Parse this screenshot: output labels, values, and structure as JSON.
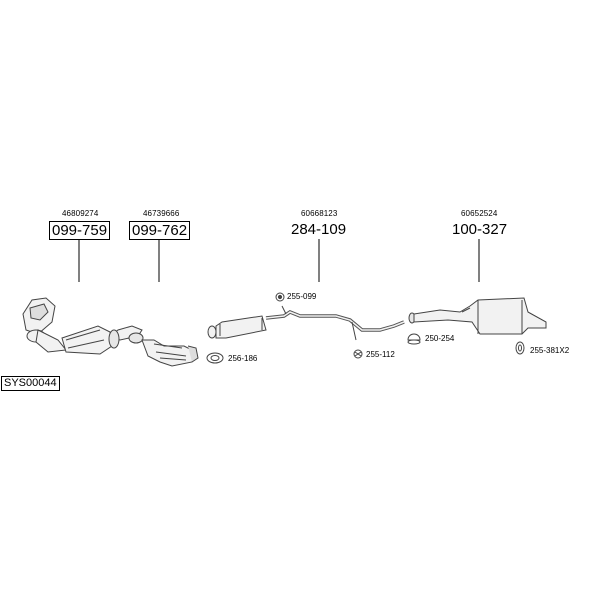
{
  "system_code": "SYS00044",
  "parts": [
    {
      "oem": "46809274",
      "part_no": "099-759",
      "boxed": true
    },
    {
      "oem": "46739666",
      "part_no": "099-762",
      "boxed": true
    },
    {
      "oem": "60668123",
      "part_no": "284-109",
      "boxed": false
    },
    {
      "oem": "60652524",
      "part_no": "100-327",
      "boxed": false
    }
  ],
  "accessories": [
    {
      "label": "255-099",
      "icon": "rubber-hanger-icon"
    },
    {
      "label": "256-186",
      "icon": "gasket-icon"
    },
    {
      "label": "255-112",
      "icon": "rubber-mount-icon"
    },
    {
      "label": "250-254",
      "icon": "pipe-clamp-icon"
    },
    {
      "label": "255-381X2",
      "icon": "rubber-hanger-icon"
    }
  ]
}
